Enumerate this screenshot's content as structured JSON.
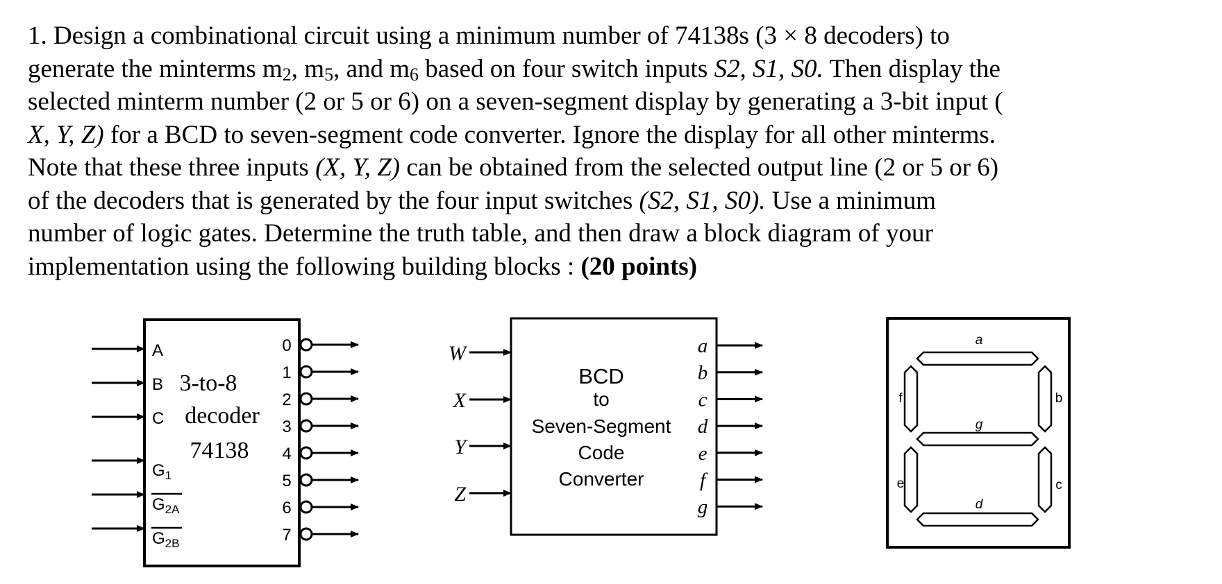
{
  "problem": {
    "line1": {
      "prefix": "1. Design a combinational circuit using a minimum number of 74138s (3 × 8 decoders) to"
    },
    "line2": {
      "t1": "generate the minterms m",
      "s1": "2",
      "t2": ", m",
      "s2": "5",
      "t3": ", and m",
      "s3": "6",
      "t4": " based on four switch inputs ",
      "vars": "S2, S1, S0.",
      "t5": " Then display the"
    },
    "line3": {
      "text": "selected  minterm number (2 or 5 or 6) on a seven-segment display by generating a 3-bit input ("
    },
    "line4": {
      "vars": "X, Y, Z)",
      "text": " for  a  BCD to seven-segment code converter. Ignore the display for all other minterms."
    },
    "line5": {
      "t1": "Note that these  three inputs ",
      "vars": "(X, Y, Z)",
      "t2": " can be obtained from the selected output line (2 or 5 or 6)"
    },
    "line6": {
      "t1": "of  the decoders  that is generated by the four input switches ",
      "vars": "(S2, S1, S0).",
      "t2": " Use a minimum"
    },
    "line7": {
      "text": "number of logic gates.  Determine the truth table, and then draw a block diagram of your"
    },
    "line8": {
      "text": "implementation using the following building blocks : ",
      "points": "(20 points)"
    }
  },
  "decoder": {
    "inputs": [
      "A",
      "B",
      "C",
      "G",
      "G",
      "G"
    ],
    "enable_subs": [
      "1",
      "2A",
      "2B"
    ],
    "title_lines": [
      "3-to-8",
      "decoder",
      "74138"
    ],
    "outputs": [
      "0",
      "1",
      "2",
      "3",
      "4",
      "5",
      "6",
      "7"
    ]
  },
  "converter": {
    "inputs": [
      "W",
      "X",
      "Y",
      "Z"
    ],
    "title_lines": [
      "BCD",
      "to",
      "Seven-Segment",
      "Code",
      "Converter"
    ],
    "outputs": [
      "a",
      "b",
      "c",
      "d",
      "e",
      "f",
      "g"
    ]
  },
  "display": {
    "segments": [
      "a",
      "b",
      "c",
      "d",
      "e",
      "f",
      "g"
    ]
  }
}
